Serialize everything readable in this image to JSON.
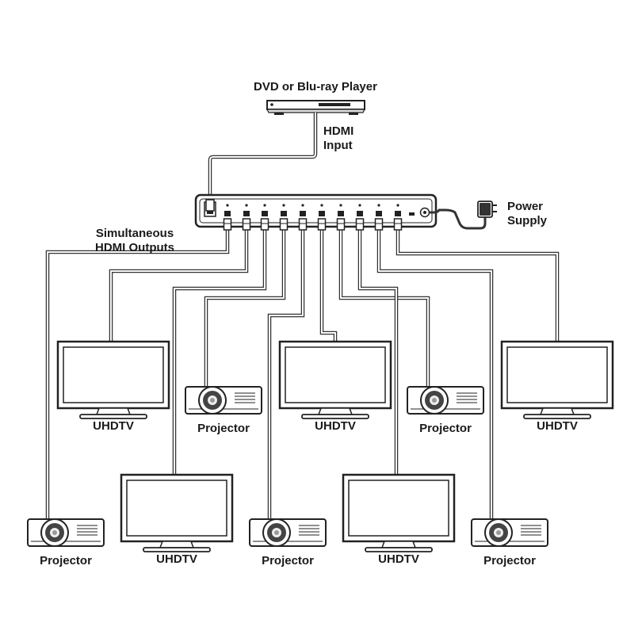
{
  "labels": {
    "source": "DVD or Blu-ray Player",
    "hdmi_input_line1": "HDMI",
    "hdmi_input_line2": "Input",
    "power_line1": "Power",
    "power_line2": "Supply",
    "outputs_line1": "Simultaneous",
    "outputs_line2": "HDMI Outputs"
  },
  "devices": [
    {
      "type": "uhdtv",
      "label": "UHDTV"
    },
    {
      "type": "projector",
      "label": "Projector"
    },
    {
      "type": "uhdtv",
      "label": "UHDTV"
    },
    {
      "type": "projector",
      "label": "Projector"
    },
    {
      "type": "uhdtv",
      "label": "UHDTV"
    },
    {
      "type": "projector",
      "label": "Projector"
    },
    {
      "type": "uhdtv",
      "label": "UHDTV"
    },
    {
      "type": "projector",
      "label": "Projector"
    },
    {
      "type": "uhdtv",
      "label": "UHDTV"
    },
    {
      "type": "projector",
      "label": "Projector"
    }
  ],
  "colors": {
    "stroke": "#222222",
    "cable": "#333333",
    "device_fill": "#ffffff",
    "splitter_fill": "#ffffff",
    "lens": "#444444"
  },
  "icons": {
    "source": "bluray-player-icon",
    "splitter": "hdmi-splitter-icon",
    "power": "power-adapter-icon",
    "display": "uhdtv-icon",
    "projector": "projector-icon"
  }
}
